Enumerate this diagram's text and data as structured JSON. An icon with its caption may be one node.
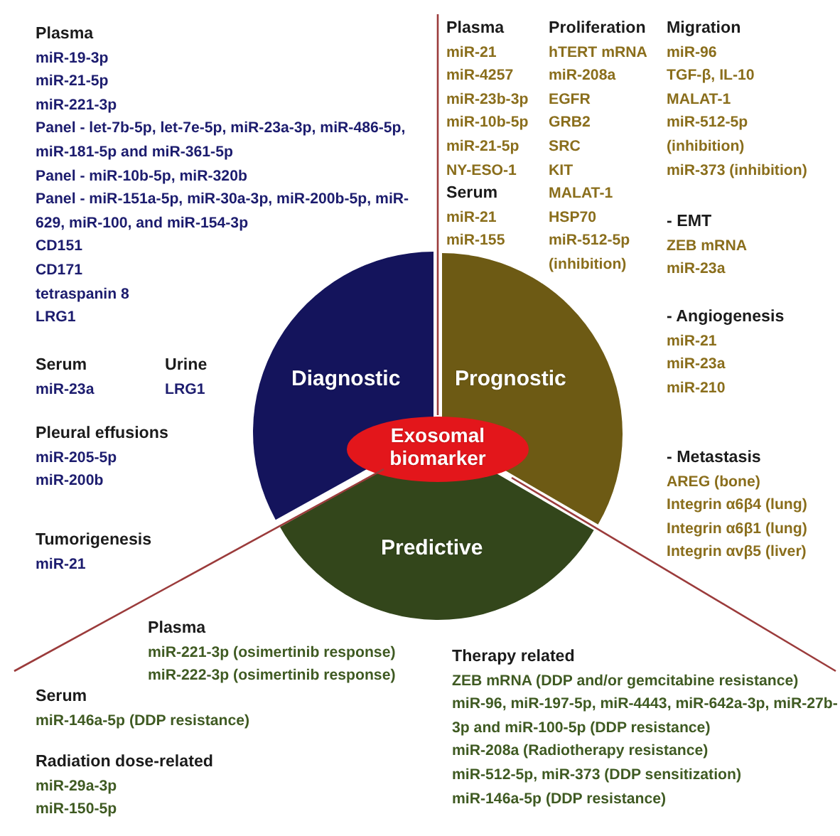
{
  "diagram": {
    "nodes": [
      {
        "text": [
          "Diagnostic"
        ]
      },
      {
        "text": [
          "Prognostic"
        ]
      },
      {
        "text": [
          "Predictive"
        ]
      },
      {
        "text": [
          "Exosomal biomarker"
        ]
      }
    ],
    "labels": [
      "Plasma",
      "miR-19-3p",
      "miR-21-5p",
      "miR-221-3p",
      "Panel - let-7b-5p, let-7e-5p, miR-23a-3p, miR-486-5p, miR-181-5p and miR-361-5p",
      "Panel - miR-10b-5p, miR-320b",
      "Panel - miR-151a-5p, miR-30a-3p, miR-200b-5p, miR-629, miR-100, and miR-154-3p",
      "CD151",
      "CD171",
      "tetraspanin 8",
      "LRG1",
      "Serum",
      "miR-23a",
      "Urine",
      "LRG1",
      "Pleural effusions",
      "miR-205-5p",
      "miR-200b",
      "Tumorigenesis",
      "miR-21",
      "Plasma",
      "miR-21",
      "miR-4257",
      "miR-23b-3p",
      "miR-10b-5p",
      "miR-21-5p",
      "NY-ESO-1",
      "Serum",
      "miR-21",
      "miR-155",
      "Proliferation",
      "hTERT mRNA",
      "miR-208a",
      "EGFR",
      "GRB2",
      "SRC",
      "KIT",
      "MALAT-1",
      "HSP70",
      "miR-512-5p (inhibition)",
      "Migration",
      "miR-96",
      "TGF-β, IL-10",
      "MALAT-1",
      "miR-512-5p (inhibition)",
      "miR-373 (inhibition)",
      "- EMT",
      "ZEB mRNA",
      "miR-23a",
      "- Angiogenesis",
      "miR-21",
      "miR-23a",
      "miR-210",
      "- Metastasis",
      "AREG (bone)",
      "Integrin α6β4 (lung)",
      "Integrin α6β1 (lung)",
      "Integrin αvβ5 (liver)",
      "Plasma",
      "miR-221-3p (osimertinib response)",
      "miR-222-3p (osimertinib response)",
      "Serum",
      "miR-146a-5p (DDP resistance)",
      "Radiation dose-related",
      "miR-29a-3p",
      "miR-150-5p",
      "Therapy related",
      "ZEB mRNA (DDP and/or gemcitabine resistance)",
      "miR-96, miR-197-5p, miR-4443, miR-642a-3p, miR-27b-3p and miR-100-5p (DDP resistance)",
      "miR-208a (Radiotherapy resistance)",
      "miR-512-5p, miR-373 (DDP sensitization)",
      "miR-146a-5p (DDP resistance)"
    ]
  }
}
